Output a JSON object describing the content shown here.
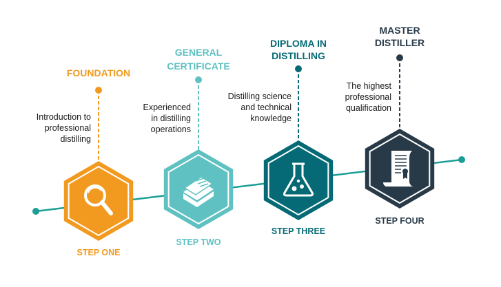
{
  "colors": {
    "line": "#1A9E96",
    "step1": "#F29A1F",
    "step2": "#5FC1C2",
    "step3": "#056A75",
    "step4": "#283A48"
  },
  "steps": [
    {
      "title": [
        "FOUNDATION"
      ],
      "description": [
        "Introduction to",
        "professional",
        "distilling"
      ],
      "label": "STEP ONE",
      "icon": "magnifier-icon"
    },
    {
      "title": [
        "GENERAL",
        "CERTIFICATE"
      ],
      "description": [
        "Experienced",
        "in distilling",
        "operations"
      ],
      "label": "STEP TWO",
      "icon": "books-icon"
    },
    {
      "title": [
        "DIPLOMA IN",
        "DISTILLING"
      ],
      "description": [
        "Distilling science",
        "and technical",
        "knowledge"
      ],
      "label": "STEP THREE",
      "icon": "flask-icon"
    },
    {
      "title": [
        "MASTER",
        "DISTILLER"
      ],
      "description": [
        "The highest",
        "professional",
        "qualification"
      ],
      "label": "STEP FOUR",
      "icon": "diploma-scroll-icon"
    }
  ]
}
